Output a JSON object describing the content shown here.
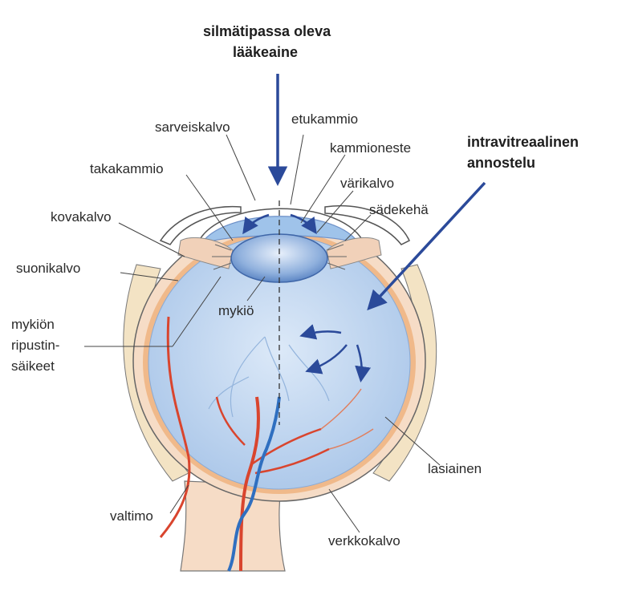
{
  "title": {
    "line1": "silmätipassa oleva",
    "line2": "lääkeaine"
  },
  "injection": {
    "line1": "intravitreaalinen",
    "line2": "annostelu"
  },
  "labels": {
    "sarveiskalvo": "sarveiskalvo",
    "etukammio": "etukammio",
    "kammioneste": "kammioneste",
    "takakammio": "takakammio",
    "varikalvo": "värikalvo",
    "kovakalvo": "kovakalvo",
    "sadekeha": "sädekehä",
    "suonikalvo": "suonikalvo",
    "mykio": "mykiö",
    "ripustin1": "mykiön",
    "ripustin2": "ripustin-",
    "ripustin3": "säikeet",
    "lasiainen": "lasiainen",
    "valtimo": "valtimo",
    "verkkokalvo": "verkkokalvo"
  },
  "colors": {
    "arrow": "#2b4a9a",
    "vitreous": "#c9dcf2",
    "sclera": "#f6dcc6",
    "artery": "#d9452e",
    "vein": "#2f6fc0"
  }
}
